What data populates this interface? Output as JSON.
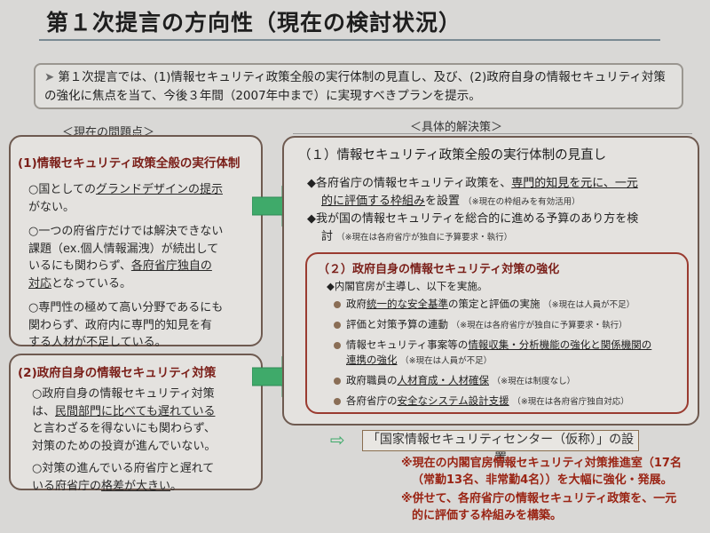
{
  "title": "第１次提言の方向性（現在の検討状況）",
  "summary": {
    "arrow": "➤",
    "line1": "第１次提言では、(1)情報セキュリティ政策全般の実行体制の見直し、及び、(2)政府自身の情報セキュリティ対策",
    "line2": "の強化に焦点を当て、今後３年間（2007年中まで）に実現すべきプランを提示。"
  },
  "headers": {
    "left": "＜現在の問題点＞",
    "right": "＜具体的解決策＞"
  },
  "left1": {
    "title": "(1)情報セキュリティ政策全般の実行体制",
    "p1_a": "○国としての",
    "p1_u": "グランドデザインの提示",
    "p1_b": "がない。",
    "p2_a": "○一つの府省庁だけでは解決できない",
    "p2_b": "課題（ex.個人情報漏洩）が続出して",
    "p2_c": "いるにも関わらず、",
    "p2_u1": "各府省庁独自の",
    "p2_u2": "対応",
    "p2_d": "となっている。",
    "p3_a": "○専門性の極めて高い分野であるにも",
    "p3_b": "関わらず、政府内に専門的知見を有",
    "p3_c": "する人材が不足している。"
  },
  "left2": {
    "title": "(2)政府自身の情報セキュリティ対策",
    "p1_a": "○政府自身の情報セキュリティ対策",
    "p1_b": "は、",
    "p1_u": "民間部門に比べても遅れている",
    "p1_c": "と言わざるを得ないにも関わらず、",
    "p1_d": "対策のための投資が進んでいない。",
    "p2_a": "○対策の進んでいる府省庁と遅れて",
    "p2_b": "いる府省庁の",
    "p2_u": "格差が大きい",
    "p2_c": "。"
  },
  "right1": {
    "title": "（１）情報セキュリティ政策全般の実行体制の見直し",
    "b1_a": "◆各府省庁の情報セキュリティ政策を、",
    "b1_u1": "専門的知見を元に、一元",
    "b1_u2": "的に評価する枠組み",
    "b1_b": "を設置",
    "b1_note": "（※現在の枠組みを有効活用）",
    "b2_a": "◆我が国の情報セキュリティを総合的に進める予算のあり方を検",
    "b2_b": "討",
    "b2_note": "（※現在は各府省庁が独自に予算要求・執行）"
  },
  "inner": {
    "title": "（２）政府自身の情報セキュリティ対策の強化",
    "lead": "◆内閣官房が主導し、以下を実施。",
    "items": [
      {
        "a": "政府",
        "u": "統一的な安全基準",
        "b": "の策定と評価の実施",
        "note": "（※現在は人員が不足）"
      },
      {
        "a": "評価と対策予算の連動",
        "u": "",
        "b": "",
        "note": "（※現在は各府省庁が独自に予算要求・執行）"
      },
      {
        "a": "情報セキュリティ事案等の",
        "u": "情報収集・分析機能の強化と関係機関の",
        "b": "",
        "note": ""
      },
      {
        "a": "",
        "u": "連携の強化",
        "b": "",
        "note": "（※現在は人員が不足）"
      },
      {
        "a": "政府職員の",
        "u": "人材育成・人材確保",
        "b": "",
        "note": "（※現在は制度なし）"
      },
      {
        "a": "各府省庁の",
        "u": "安全なシステム設計支援",
        "b": "",
        "note": "（※現在は各府省庁独自対応）"
      }
    ]
  },
  "center": {
    "arrow": "⇨",
    "label": "「国家情報セキュリティセンター（仮称）」の設置"
  },
  "notes": {
    "n1_a": "※現在の内閣官房情報セキュリティ対策推進室（17名",
    "n1_b": "（常勤13名、非常勤4名））を大幅に強化・発展。",
    "n2_a": "※併せて、各府省庁の情報セキュリティ政策を、一元",
    "n2_b": "的に評価する枠組みを構築。"
  },
  "colors": {
    "accent_red": "#7a1e18",
    "arrow_green": "#3faa6a",
    "box_border": "#6e5a50"
  }
}
